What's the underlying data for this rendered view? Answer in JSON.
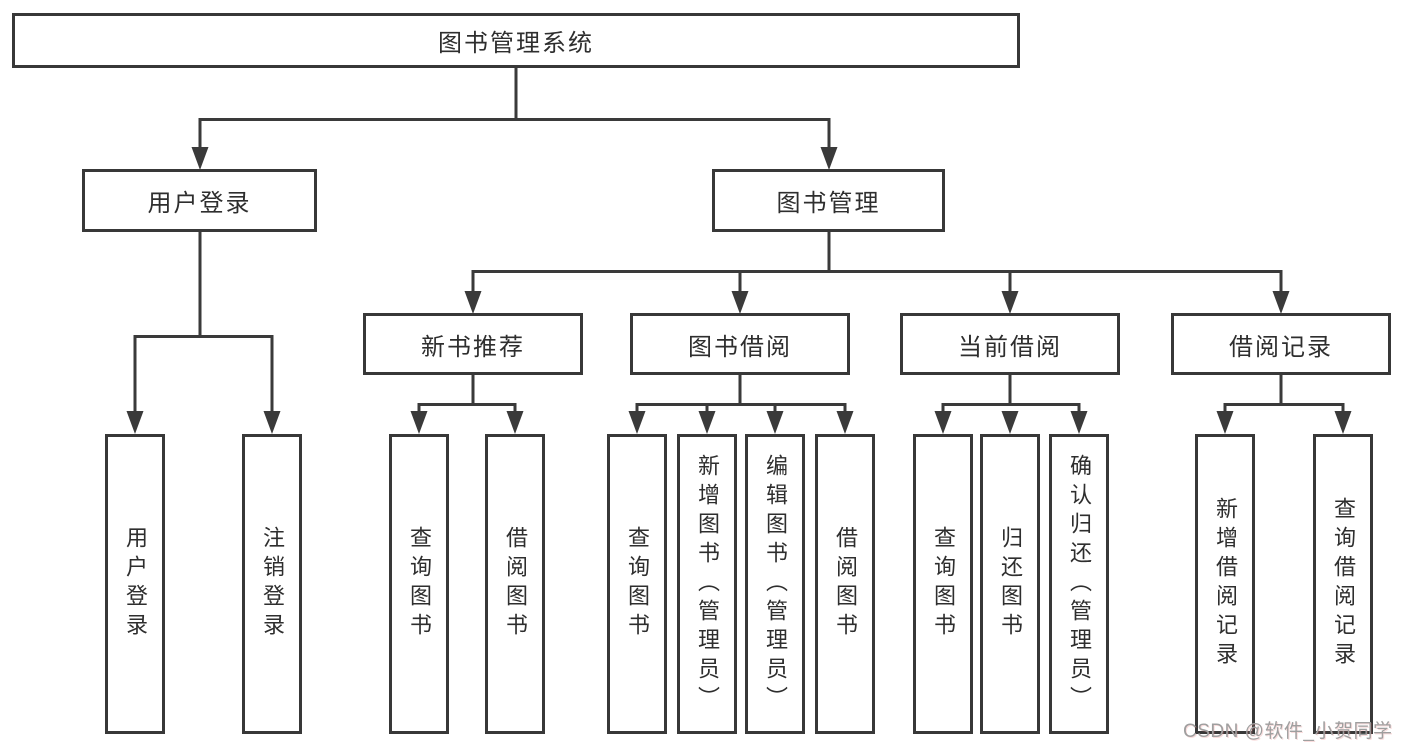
{
  "page": {
    "background": "#ffffff"
  },
  "diagram": {
    "type": "hierarchy-tree",
    "line_color": "#3a3a3a",
    "box_border_color": "#383838",
    "text_color": "#2e2e2e",
    "tree": {
      "label": "图书管理系统",
      "children": [
        {
          "label": "用户登录",
          "children": [
            {
              "label": "用户登录"
            },
            {
              "label": "注销登录"
            }
          ]
        },
        {
          "label": "图书管理",
          "children": [
            {
              "label": "新书推荐",
              "children": [
                {
                  "label": "查询图书"
                },
                {
                  "label": "借阅图书"
                }
              ]
            },
            {
              "label": "图书借阅",
              "children": [
                {
                  "label": "查询图书"
                },
                {
                  "label": "新增图书（管理员）"
                },
                {
                  "label": "编辑图书（管理员）"
                },
                {
                  "label": "借阅图书"
                }
              ]
            },
            {
              "label": "当前借阅",
              "children": [
                {
                  "label": "查询图书"
                },
                {
                  "label": "归还图书"
                },
                {
                  "label": "确认归还（管理员）"
                }
              ]
            },
            {
              "label": "借阅记录",
              "children": [
                {
                  "label": "新增借阅记录"
                },
                {
                  "label": "查询借阅记录"
                }
              ]
            }
          ]
        }
      ]
    }
  },
  "watermark": {
    "text": "CSDN @软件_小贺同学",
    "color": "#9f9f9f"
  }
}
